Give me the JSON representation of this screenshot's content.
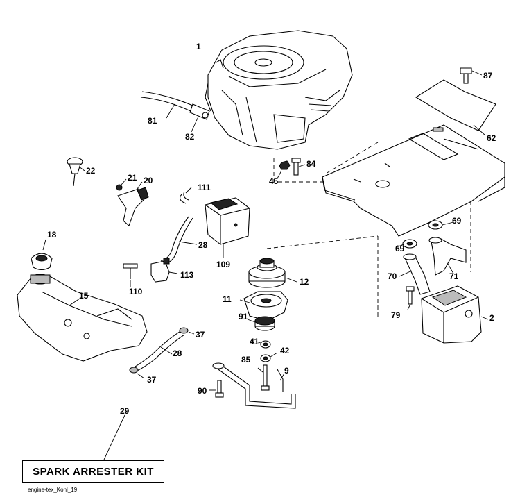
{
  "labels": {
    "p1": "1",
    "p2": "2",
    "p9": "9",
    "p11": "11",
    "p12": "12",
    "p15": "15",
    "p18": "18",
    "p20": "20",
    "p21": "21",
    "p22": "22",
    "p28a": "28",
    "p28b": "28",
    "p29": "29",
    "p37a": "37",
    "p37b": "37",
    "p41": "41",
    "p42": "42",
    "p45": "45",
    "p62": "62",
    "p69a": "69",
    "p69b": "69",
    "p70": "70",
    "p71": "71",
    "p79": "79",
    "p81": "81",
    "p82": "82",
    "p84": "84",
    "p85": "85",
    "p87": "87",
    "p90": "90",
    "p91": "91",
    "p109": "109",
    "p110": "110",
    "p111": "111",
    "p113": "113"
  },
  "kit_label": "SPARK ARRESTER KIT",
  "footer": "engine-tex_Kohl_19"
}
